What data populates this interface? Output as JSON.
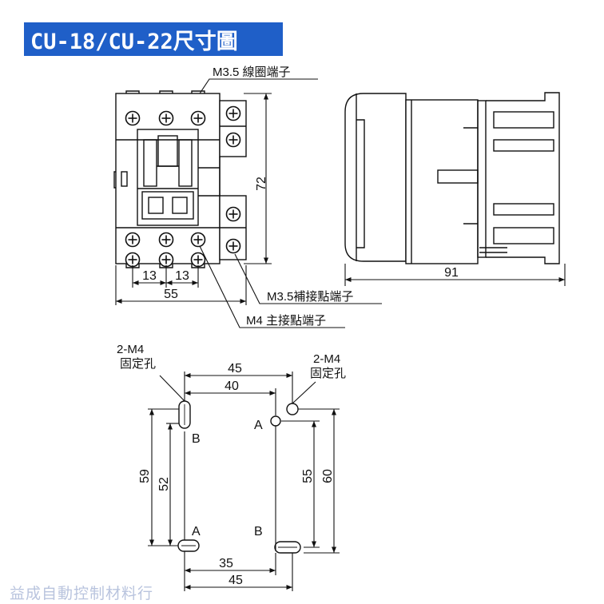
{
  "title": "CU-18/CU-22尺寸圖",
  "callouts": {
    "coil_terminal": "M3.5 線圈端子",
    "aux_terminal": "M3.5補接點端子",
    "main_terminal": "M4 主接點端子"
  },
  "dimensions": {
    "front_height": "72",
    "front_width": "55",
    "pitch_left": "13",
    "pitch_right": "13",
    "side_depth": "91",
    "mount_top_outer": "45",
    "mount_top_inner": "40",
    "mount_bottom_inner": "35",
    "mount_bottom_outer": "45",
    "mount_left_outer": "59",
    "mount_left_inner": "52",
    "mount_right_inner": "55",
    "mount_right_outer": "60"
  },
  "mounting": {
    "left_hole_label_line1": "2-M4",
    "left_hole_label_line2": "固定孔",
    "right_hole_label_line1": "2-M4",
    "right_hole_label_line2": "固定孔",
    "point_a_top": "A",
    "point_b_top": "B",
    "point_a_bottom": "A",
    "point_b_bottom": "B"
  },
  "watermark": "益成自動控制材料行",
  "colors": {
    "title_bg": "#1f5fc8",
    "title_text": "#ffffff",
    "line": "#111111",
    "watermark": "#b9c4de"
  }
}
